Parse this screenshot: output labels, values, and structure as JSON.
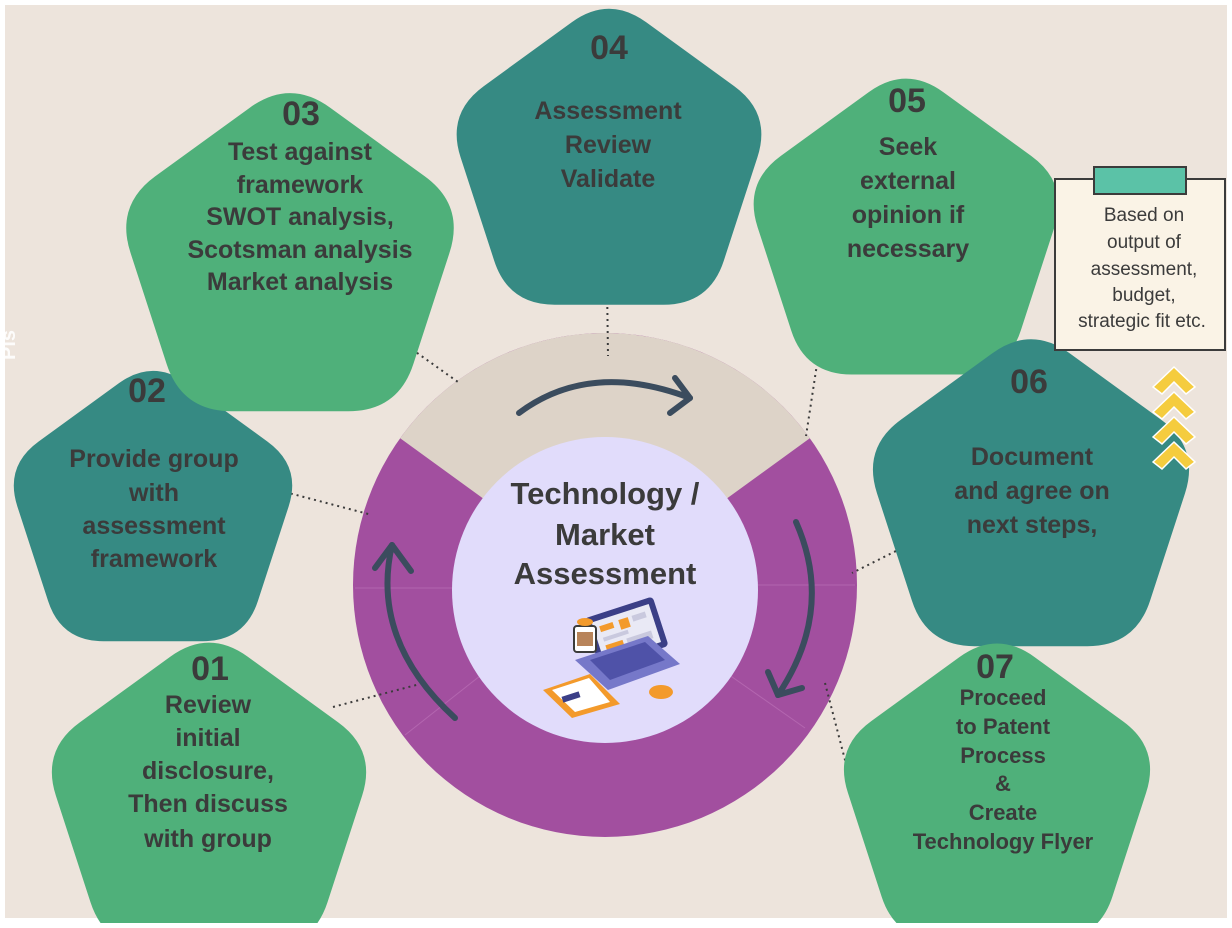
{
  "colors": {
    "background": "#ede4dc",
    "green": "#4fb07a",
    "teal": "#368a83",
    "purple": "#a24f9f",
    "beige_ring": "#ddd3c8",
    "center": "#e1dcfb",
    "text": "#3b3b3b",
    "arrow": "#3b4c5e",
    "note_bg": "#faf3e6",
    "note_tab": "#5bc2a7",
    "chevron": "#f5cc3e"
  },
  "center": {
    "lines": [
      "Technology /",
      "Market",
      "Assessment"
    ],
    "icon": "laptop-desk-illustration"
  },
  "steps": [
    {
      "number": "01",
      "lines": [
        "Review",
        "initial",
        "disclosure,",
        "Then discuss",
        "with group"
      ],
      "color": "green"
    },
    {
      "number": "02",
      "lines": [
        "Provide group",
        "with",
        "assessment",
        "framework"
      ],
      "color": "teal"
    },
    {
      "number": "03",
      "lines": [
        "Test against",
        "framework",
        "SWOT analysis,",
        "Scotsman analysis",
        "Market analysis"
      ],
      "color": "green"
    },
    {
      "number": "04",
      "lines": [
        "Assessment",
        "Review",
        "Validate"
      ],
      "color": "teal"
    },
    {
      "number": "05",
      "lines": [
        "Seek",
        "external",
        "opinion if",
        "necessary"
      ],
      "color": "green"
    },
    {
      "number": "06",
      "lines": [
        "Document",
        "and agree on",
        "next steps,"
      ],
      "color": "teal"
    },
    {
      "number": "07",
      "lines": [
        "Proceed",
        "to Patent",
        "Process",
        "&",
        "Create",
        "Technology Flyer"
      ],
      "color": "green"
    }
  ],
  "note": {
    "lines": [
      "Based on",
      "output of",
      "assessment,",
      "budget,",
      "strategic fit etc."
    ]
  },
  "side_label": "Pls"
}
